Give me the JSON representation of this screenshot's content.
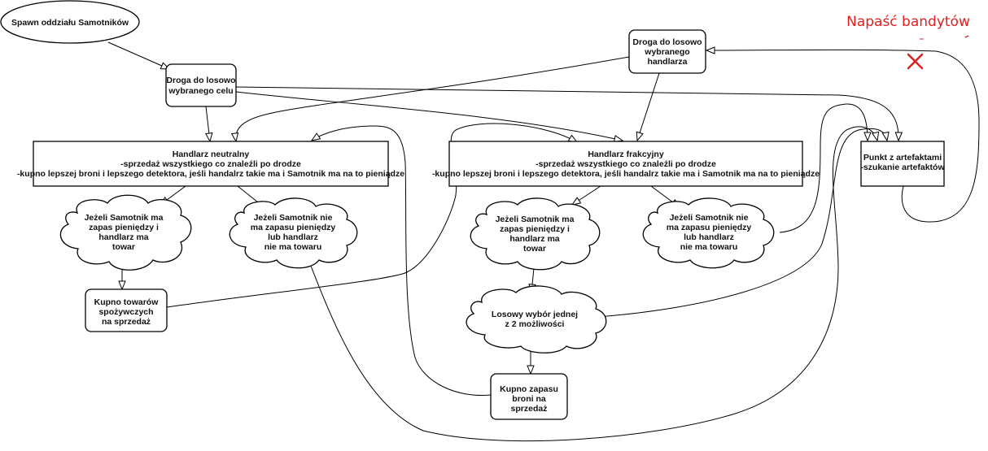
{
  "nodes": {
    "spawn": [
      "Spawn oddziału Samotników"
    ],
    "road_target": [
      "Droga do losowo",
      "wybranego celu"
    ],
    "road_trader": [
      "Droga do losowo",
      "wybranego",
      "handlarza"
    ],
    "trader_neutral": [
      "Handlarz neutralny",
      "-sprzedaż wszystkiego co znaleźli po drodze",
      "-kupno lepszej broni i lepszego detektora, jeśli handalrz takie ma i Samotnik ma na to pieniądze"
    ],
    "trader_faction": [
      "Handlarz frakcyjny",
      "-sprzedaż wszystkiego co znaleźli po drodze",
      "-kupno lepszej broni i lepszego detektora, jeśli handalrz takie ma i Samotnik ma na to pieniądze"
    ],
    "artifact_point": [
      "Punkt z artefaktami",
      "-szukanie artefaktów"
    ],
    "cloud_n_has": [
      "Jeżeli Samotnik ma",
      "zapas pieniędzy i",
      "handlarz ma",
      "towar"
    ],
    "cloud_n_not": [
      "Jeżeli Samotnik nie",
      "ma zapasu pieniędzy",
      "lub handlarz",
      "nie ma towaru"
    ],
    "cloud_f_has": [
      "Jeżeli Samotnik ma",
      "zapas pieniędzy i",
      "handlarz ma",
      "towar"
    ],
    "cloud_f_not": [
      "Jeżeli Samotnik nie",
      "ma zapasu pieniędzy",
      "lub handlarz",
      "nie ma towaru"
    ],
    "buy_food": [
      "Kupno towarów",
      "spożywczych",
      "na sprzedaż"
    ],
    "random_choice": [
      "Losowy wybór jednej",
      "z 2 możliwości"
    ],
    "buy_weapons": [
      "Kupno zapasu",
      "broni na",
      "sprzedaż"
    ]
  },
  "alert": {
    "text": "Napaść bandytów",
    "color": "#e02020",
    "mark_icon": "red-x-icon"
  },
  "colors": {
    "stroke": "#000000",
    "background": "#ffffff",
    "text": "#111111"
  }
}
